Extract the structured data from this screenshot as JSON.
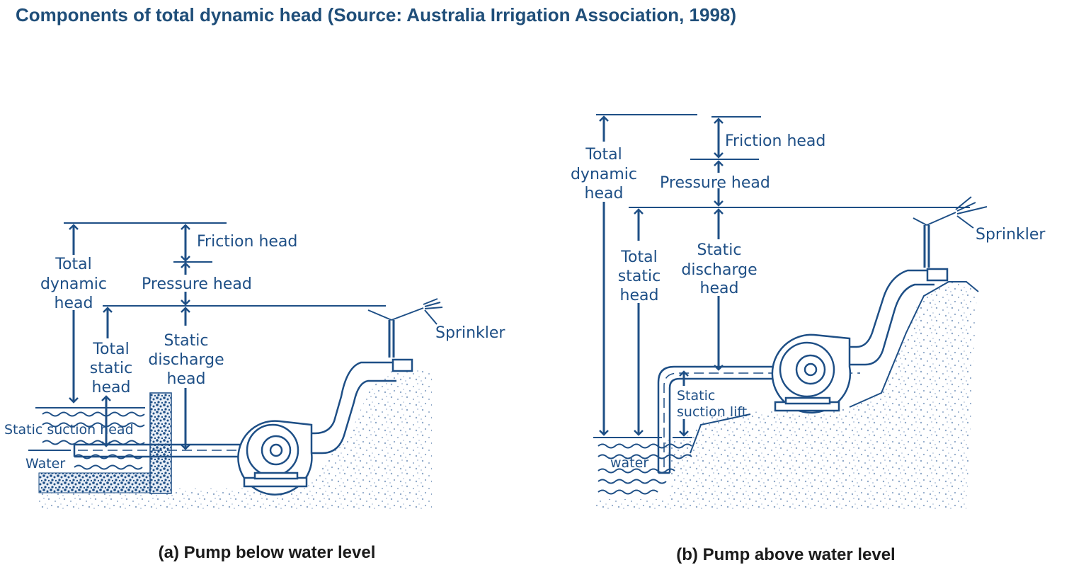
{
  "title": "Components of total dynamic head (Source: Australia Irrigation Association, 1998)",
  "colors": {
    "title": "#1f4e79",
    "diagram_ink": "#1e4f86",
    "ground_speckle": "#8fa8c8"
  },
  "panel_a": {
    "caption": "(a) Pump below water level",
    "labels": {
      "friction_head": "Friction head",
      "pressure_head": "Pressure head",
      "total_dynamic_head": [
        "Total",
        "dynamic",
        "head"
      ],
      "total_static_head": [
        "Total",
        "static",
        "head"
      ],
      "static_discharge_head": [
        "Static",
        "discharge",
        "head"
      ],
      "static_suction_head": "Static suction head",
      "water": "Water",
      "sprinkler": "Sprinkler"
    }
  },
  "panel_b": {
    "caption": "(b) Pump above water level",
    "labels": {
      "friction_head": "Friction head",
      "pressure_head": "Pressure head",
      "total_dynamic_head": [
        "Total",
        "dynamic",
        "head"
      ],
      "total_static_head": [
        "Total",
        "static",
        "head"
      ],
      "static_discharge_head": [
        "Static",
        "discharge",
        "head"
      ],
      "static_suction_lift": [
        "Static",
        "suction lift"
      ],
      "water": "water",
      "sprinkler": "Sprinkler"
    }
  }
}
